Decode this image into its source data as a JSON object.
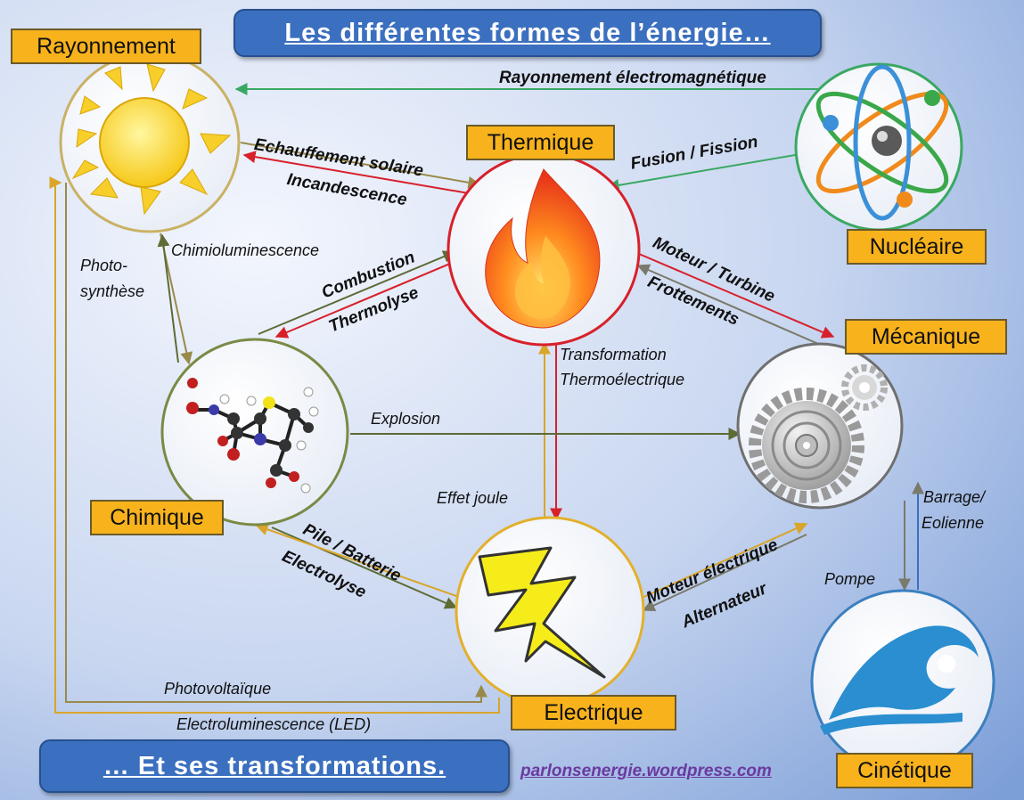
{
  "titles": {
    "top": "Les différentes formes de l’énergie…",
    "bottom": "… Et ses transformations."
  },
  "nodes": {
    "rayonnement": "Rayonnement",
    "thermique": "Thermique",
    "nucleaire": "Nucléaire",
    "mecanique": "Mécanique",
    "chimique": "Chimique",
    "electrique": "Electrique",
    "cinetique": "Cinétique"
  },
  "edges": {
    "rayonnement_em": "Rayonnement électromagnétique",
    "echauffement": "Echauffement solaire",
    "incandescence": "Incandescence",
    "fusion": "Fusion / Fission",
    "chimiolum": "Chimioluminescence",
    "photo": "Photo-",
    "synthese": "synthèse",
    "combustion": "Combustion",
    "thermolyse": "Thermolyse",
    "moteur_turbine": "Moteur / Turbine",
    "frottements": "Frottements",
    "transfo1": "Transformation",
    "transfo2": "Thermoélectrique",
    "explosion": "Explosion",
    "effet_joule": "Effet joule",
    "barrage": "Barrage/",
    "eolienne": "Eolienne",
    "pile": "Pile / Batterie",
    "electrolyse": "Electrolyse",
    "moteur_elec": "Moteur électrique",
    "alternateur": "Alternateur",
    "pompe": "Pompe",
    "photovolt": "Photovoltaïque",
    "electrolum": "Electroluminescence (LED)"
  },
  "footer": {
    "site": "parlonsenergie.wordpress.com"
  },
  "colors": {
    "background_light": "#eef2fb",
    "background_dark": "#7d9fd8",
    "title_box": "#3b6fbf",
    "node_label": "#f7b21c",
    "arrow_red": "#d8202a",
    "arrow_olive": "#9a8a4a",
    "arrow_green": "#3aa862",
    "arrow_dark_olive": "#5d6b35",
    "arrow_yellow": "#e2b02c",
    "arrow_gray": "#7a7a6a"
  },
  "icons": [
    "sun-icon",
    "flame-icon",
    "atom-icon",
    "molecule-icon",
    "gears-icon",
    "lightning-icon",
    "wave-icon"
  ]
}
